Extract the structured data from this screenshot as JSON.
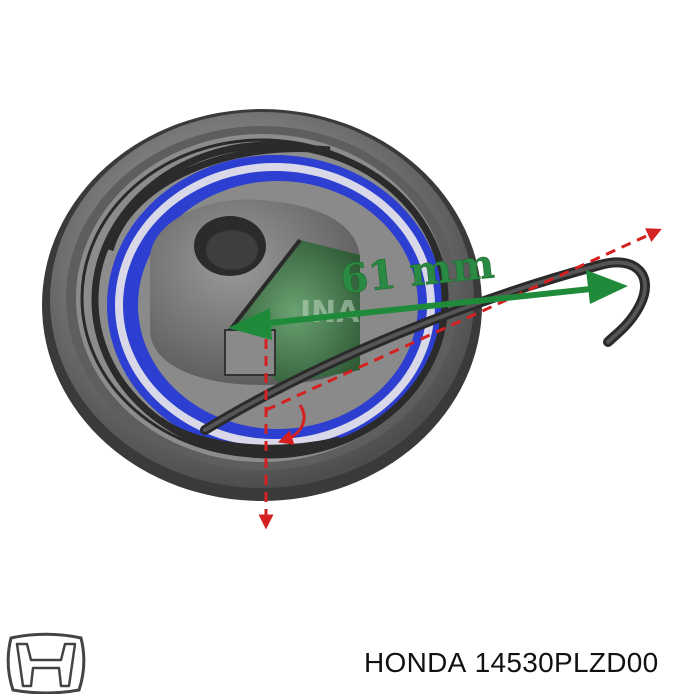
{
  "photo": {
    "measurement_label": "61 mm",
    "bearing_print": "INA"
  },
  "logo": {
    "icon": "honda-h-logo-icon"
  },
  "caption": {
    "brand": "HONDA",
    "part_number": "14530PLZD00"
  },
  "colors": {
    "measure_arrow": "#1f8a3a",
    "guide_lines": "#d42020",
    "seal_blue": "#2c3fd0",
    "metal_grey": "#6f6f6f"
  }
}
